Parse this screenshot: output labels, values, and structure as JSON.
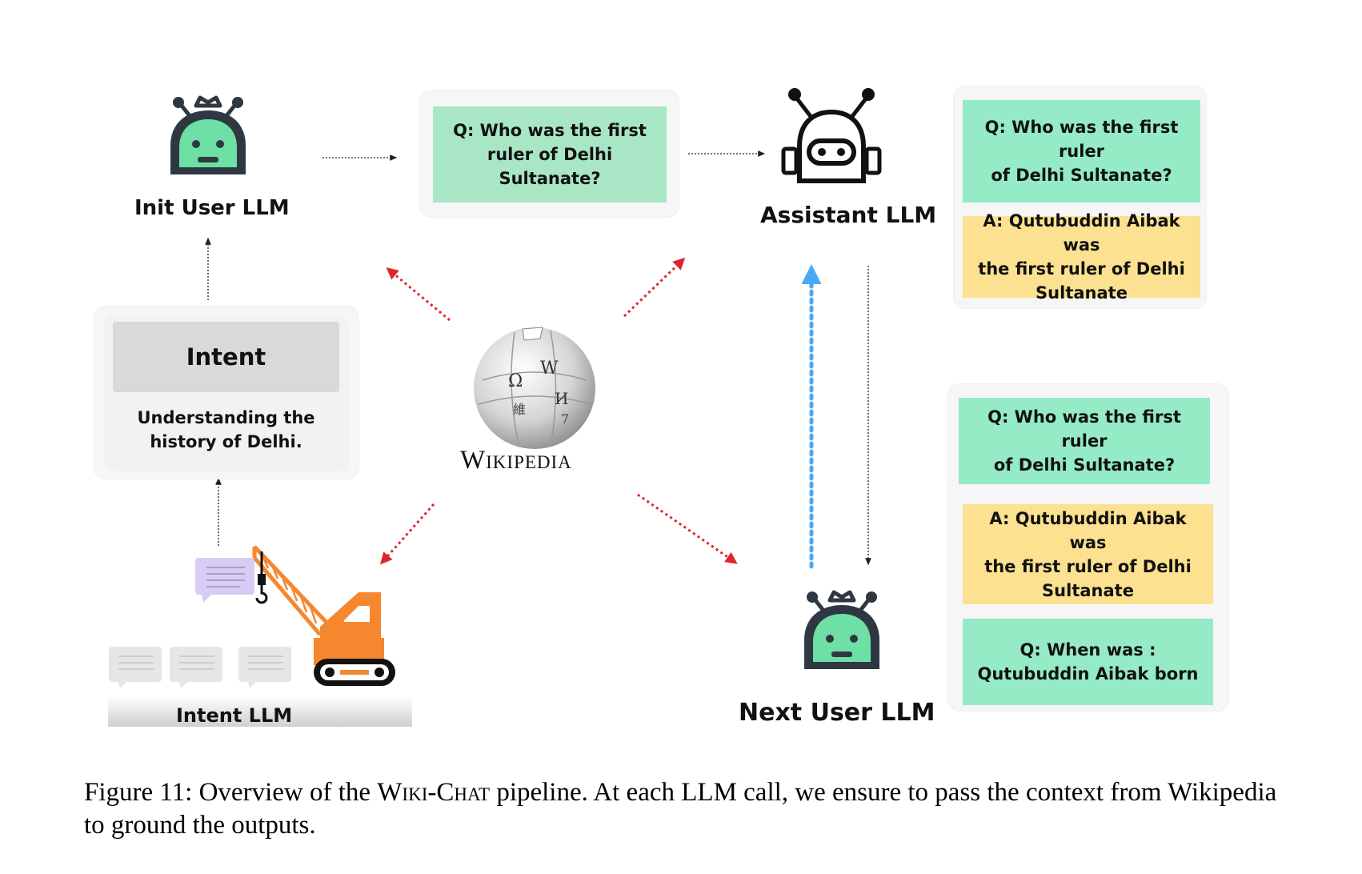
{
  "nodes": {
    "init_user": {
      "label": "Init User LLM"
    },
    "assistant": {
      "label": "Assistant LLM"
    },
    "next_user": {
      "label": "Next User LLM"
    },
    "intent_llm": {
      "label": "Intent LLM"
    },
    "wikipedia": {
      "label": "Wikipedia"
    }
  },
  "intent_box": {
    "title": "Intent",
    "description": "Understanding the\nhistory of Delhi."
  },
  "question_box": {
    "text": "Q: Who was the first\nruler of Delhi Sultanate?"
  },
  "assistant_context": [
    {
      "kind": "question",
      "text": "Q: Who was the first ruler\nof Delhi Sultanate?"
    },
    {
      "kind": "answer",
      "text": "A: Qutubuddin Aibak was\nthe first ruler of Delhi\nSultanate"
    }
  ],
  "next_user_context": [
    {
      "kind": "question",
      "text": "Q: Who was the first ruler\nof Delhi Sultanate?"
    },
    {
      "kind": "answer",
      "text": "A: Qutubuddin Aibak was\nthe first ruler of Delhi\nSultanate"
    },
    {
      "kind": "question",
      "text": "Q: When was :\nQutubuddin Aibak born"
    }
  ],
  "caption": {
    "prefix": "Figure 11: Overview of the ",
    "name": "Wiki-Chat",
    "suffix": " pipeline. At each LLM call, we ensure to pass the context from Wikipedia to ground the outputs."
  },
  "colors": {
    "robot_outline": "#2f3842",
    "robot_face": "#6ee0a6",
    "question_card": "#94ebc5",
    "answer_card": "#fbe190",
    "retrieval_arrow": "#e0242b",
    "feedback_arrow": "#4aa9f0",
    "crane": "#f5872f"
  },
  "icons": [
    "robot-user-icon",
    "robot-assistant-icon",
    "wikipedia-globe-icon",
    "crane-icon",
    "chat-bubble-icon"
  ]
}
